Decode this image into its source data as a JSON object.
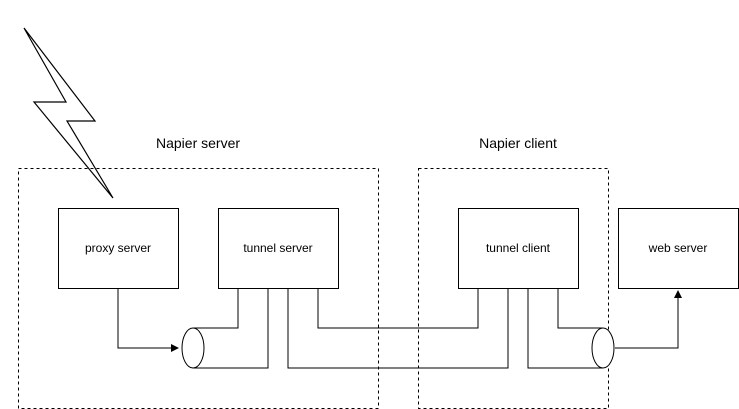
{
  "diagram": {
    "groups": {
      "server": {
        "label": "Napier server"
      },
      "client": {
        "label": "Napier client"
      }
    },
    "nodes": {
      "proxy_server": {
        "label": "proxy server"
      },
      "tunnel_server": {
        "label": "tunnel server"
      },
      "tunnel_client": {
        "label": "tunnel client"
      },
      "web_server": {
        "label": "web server"
      }
    },
    "icons": [
      "lightning-bolt-icon",
      "pipe-icon",
      "arrow-icon"
    ],
    "colors": {
      "stroke": "#000000",
      "background": "#ffffff"
    }
  }
}
